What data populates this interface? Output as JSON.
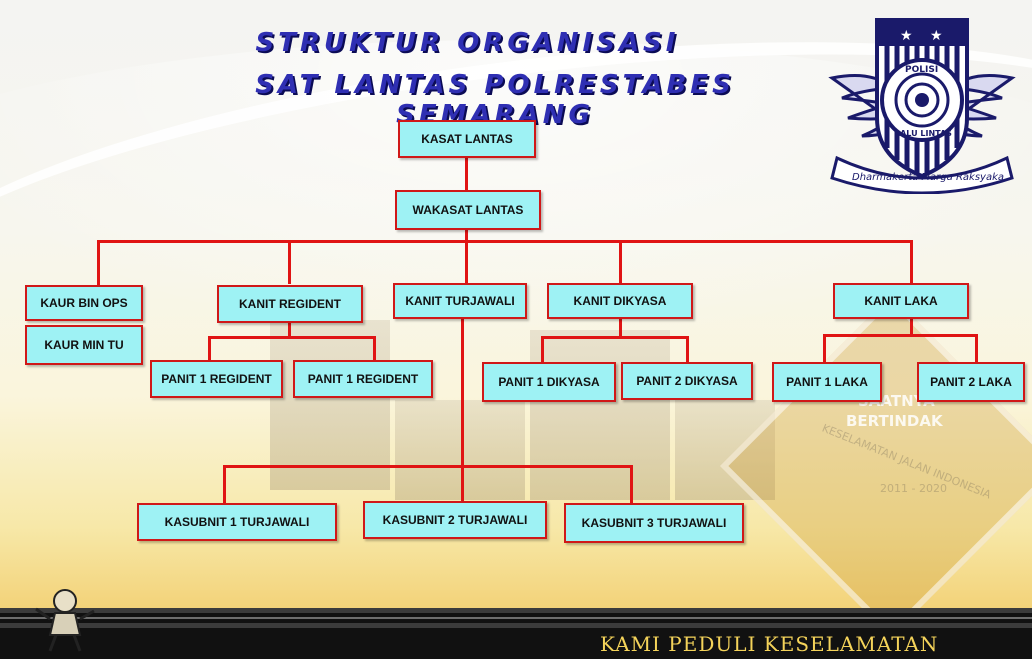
{
  "title": {
    "line1": "STRUKTUR ORGANISASI",
    "line2": "SAT LANTAS POLRESTABES SEMARANG"
  },
  "logo": {
    "top_text": "POLISI",
    "ring_text": "LALU LINTAS",
    "ribbon": "Dharmakerta Marga Raksyaka"
  },
  "watermark": {
    "line1": "SAATNYA",
    "line2": "BERTINDAK",
    "arc": "KESELAMATAN JALAN INDONESIA",
    "years": "2011 - 2020"
  },
  "nodes": {
    "kasat": "KASAT LANTAS",
    "wakasat": "WAKASAT LANTAS",
    "kaur_bin_ops": "KAUR BIN OPS",
    "kaur_min_tu": "KAUR MIN TU",
    "kanit_regident": "KANIT REGIDENT",
    "kanit_turjawali": "KANIT TURJAWALI",
    "kanit_dikyasa": "KANIT DIKYASA",
    "kanit_laka": "KANIT LAKA",
    "panit_regident_a": "PANIT 1 REGIDENT",
    "panit_regident_b": "PANIT 1 REGIDENT",
    "panit_dikyasa_1": "PANIT 1 DIKYASA",
    "panit_dikyasa_2": "PANIT 2 DIKYASA",
    "panit_laka_1": "PANIT 1 LAKA",
    "panit_laka_2": "PANIT 2 LAKA",
    "kasubnit_1": "KASUBNIT 1 TURJAWALI",
    "kasubnit_2": "KASUBNIT 2 TURJAWALI",
    "kasubnit_3": "KASUBNIT 3 TURJAWALI"
  },
  "footer": {
    "slogan": "KAMI PEDULI KESELAMATAN"
  },
  "colors": {
    "box_fill": "#9ef2f4",
    "connector": "#e01414",
    "title": "#2f2fb3",
    "footer_text": "#f4d35a"
  }
}
